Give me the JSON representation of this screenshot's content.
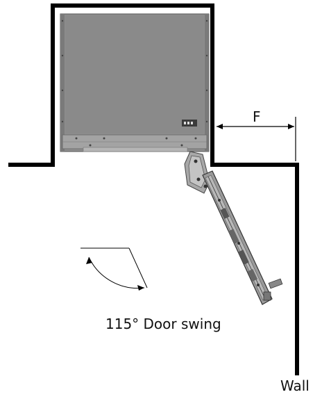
{
  "labels": {
    "dimension": "F",
    "door_swing": "115° Door swing",
    "wall": "Wall"
  },
  "colors": {
    "wall_line": "#000000",
    "cabinet_fill": "#8e8e8e",
    "cabinet_edge": "#5a5a5a",
    "hinge_fill": "#9a9a9a"
  },
  "door_swing_degrees": 115
}
